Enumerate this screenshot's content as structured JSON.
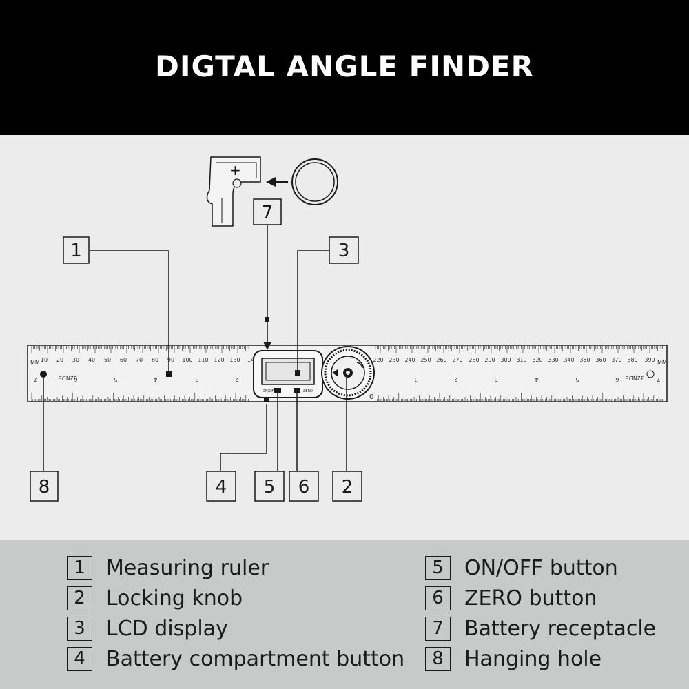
{
  "header": {
    "title": "DIGTAL ANGLE FINDER"
  },
  "colors": {
    "header_bg": "#000000",
    "diagram_bg": "#ececec",
    "legend_bg": "#c8c9c9",
    "ink": "#1a1a1a"
  },
  "diagram": {
    "ruler_mm_labels": [
      "10",
      "20",
      "30",
      "40",
      "50",
      "60",
      "70",
      "80",
      "90",
      "100",
      "110",
      "120",
      "130",
      "14",
      "220",
      "230",
      "240",
      "250",
      "260",
      "270",
      "280",
      "290",
      "300",
      "310",
      "320",
      "330",
      "340",
      "350",
      "360",
      "370",
      "380",
      "390"
    ],
    "ruler_inch_labels_left": [
      "7",
      "6",
      "5",
      "4",
      "3",
      "2"
    ],
    "ruler_inch_labels_right": [
      "1",
      "2",
      "3",
      "4",
      "5",
      "6",
      "7"
    ],
    "unit_mm": "MM",
    "unit_32nds": "32NDS",
    "knob_zero_label": "0",
    "button_on_off": "ON/OFF",
    "button_zero": "ZERO",
    "battery_plus": "+",
    "callouts": [
      "1",
      "2",
      "3",
      "4",
      "5",
      "6",
      "7",
      "8"
    ]
  },
  "legend": {
    "items": [
      {
        "number": "1",
        "label": "Measuring ruler"
      },
      {
        "number": "2",
        "label": "Locking knob"
      },
      {
        "number": "3",
        "label": "LCD display"
      },
      {
        "number": "4",
        "label": "Battery compartment button"
      },
      {
        "number": "5",
        "label": "ON/OFF button"
      },
      {
        "number": "6",
        "label": "ZERO button"
      },
      {
        "number": "7",
        "label": "Battery receptacle"
      },
      {
        "number": "8",
        "label": "Hanging hole"
      }
    ]
  }
}
